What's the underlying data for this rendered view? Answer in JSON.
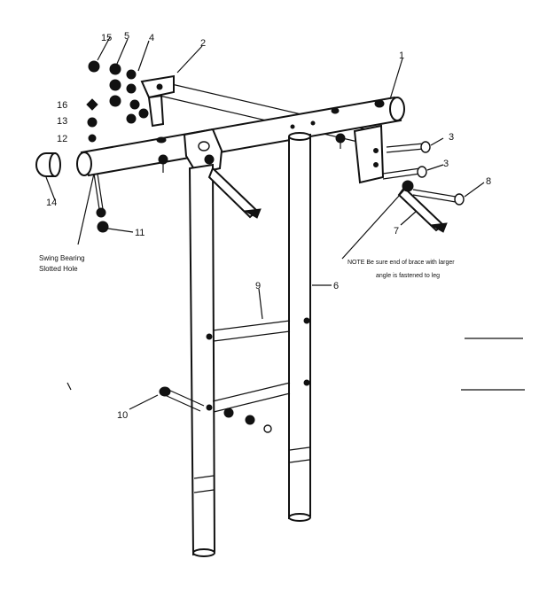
{
  "callouts": {
    "c1": "1",
    "c2": "2",
    "c3a": "3",
    "c3b": "3",
    "c4": "4",
    "c5": "5",
    "c6": "6",
    "c7": "7",
    "c8": "8",
    "c9": "9",
    "c10": "10",
    "c11": "11",
    "c12": "12",
    "c13": "13",
    "c14": "14",
    "c15": "15",
    "c16": "16"
  },
  "labels": {
    "swing_bearing_line1": "Swing Bearing",
    "swing_bearing_line2": "Slotted Hole"
  },
  "note": {
    "line1": "NOTE  Be sure end of brace with larger",
    "line2": "angle is fastened to leg"
  },
  "colors": {
    "ink": "#111111",
    "paper": "#ffffff"
  }
}
